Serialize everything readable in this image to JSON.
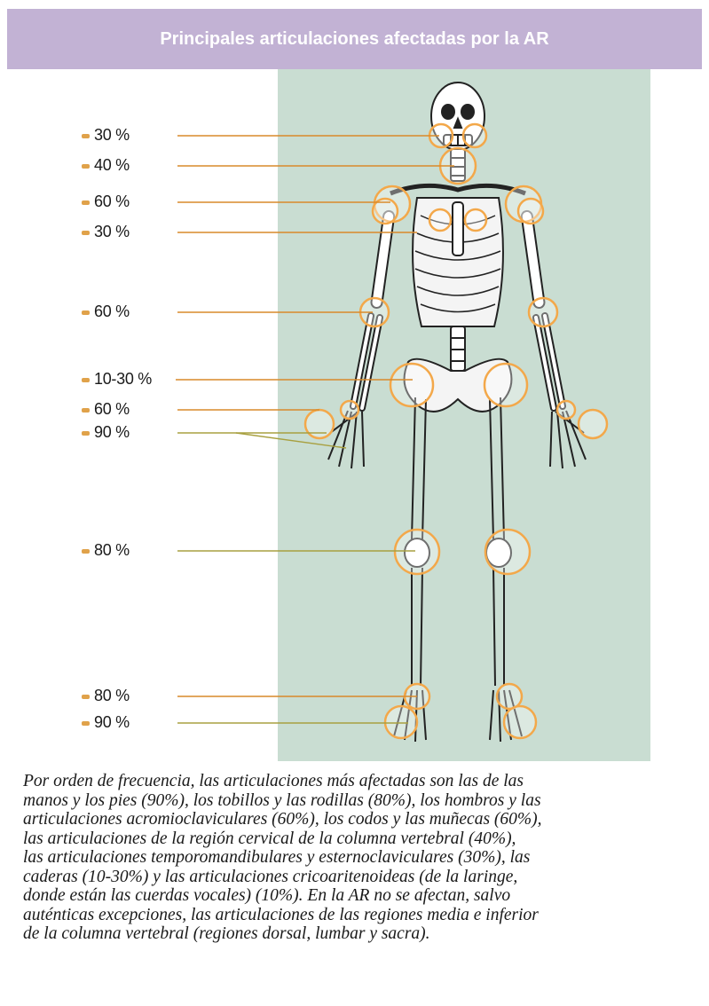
{
  "header": {
    "title": "Principales articulaciones afectadas por la AR"
  },
  "labels": [
    {
      "text": "30 %",
      "joint": "temporomandibular"
    },
    {
      "text": "40 %",
      "joint": "cervical"
    },
    {
      "text": "60 %",
      "joint": "shoulder"
    },
    {
      "text": "30 %",
      "joint": "sternoclavicular"
    },
    {
      "text": "60 %",
      "joint": "elbow"
    },
    {
      "text": "10-30 %",
      "joint": "hip"
    },
    {
      "text": "60 %",
      "joint": "wrist"
    },
    {
      "text": "90 %",
      "joint": "hand"
    },
    {
      "text": "80 %",
      "joint": "knee"
    },
    {
      "text": "80 %",
      "joint": "ankle"
    },
    {
      "text": "90 %",
      "joint": "foot"
    }
  ],
  "caption": {
    "lines": [
      "Por orden de frecuencia, las articulaciones más afectadas son las de las",
      "manos y los pies (90%), los tobillos y las rodillas (80%), los hombros y las",
      "articulaciones acromioclaviculares (60%), los codos y las muñecas (60%),",
      "las articulaciones de la región cervical de la columna vertebral (40%),",
      "las articulaciones temporomandibulares y esternoclaviculares (30%), las",
      "caderas (10-30%) y las articulaciones cricoaritenoideas (de la laringe,",
      "donde están las cuerdas vocales) (10%). En la AR no se afectan, salvo",
      "auténticas excepciones, las articulaciones de las regiones media e inferior",
      "de la columna vertebral (regiones dorsal, lumbar y sacra)."
    ]
  },
  "colors": {
    "title_bg": "#c2b2d4",
    "panel_bg": "#c9ddd2",
    "leader_line": "#d98a2a",
    "highlight": "#f3a84a"
  }
}
